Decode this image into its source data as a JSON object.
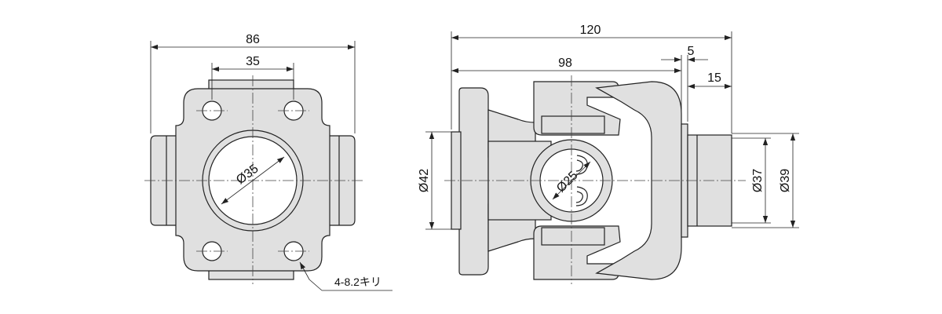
{
  "front_view": {
    "width": "86",
    "hole_pitch": "35",
    "bore_diameter": "Ø35",
    "hole_note": "4-8.2キリ"
  },
  "side_view": {
    "overall_length": "120",
    "flange_to_yoke": "98",
    "gap": "5",
    "shaft_length": "15",
    "flange_diameter": "Ø42",
    "cross_diameter": "Ø25",
    "shaft_diameter_1": "Ø37",
    "shaft_diameter_2": "Ø39"
  },
  "colors": {
    "part_fill": "#e0e0e0",
    "line": "#222222"
  }
}
